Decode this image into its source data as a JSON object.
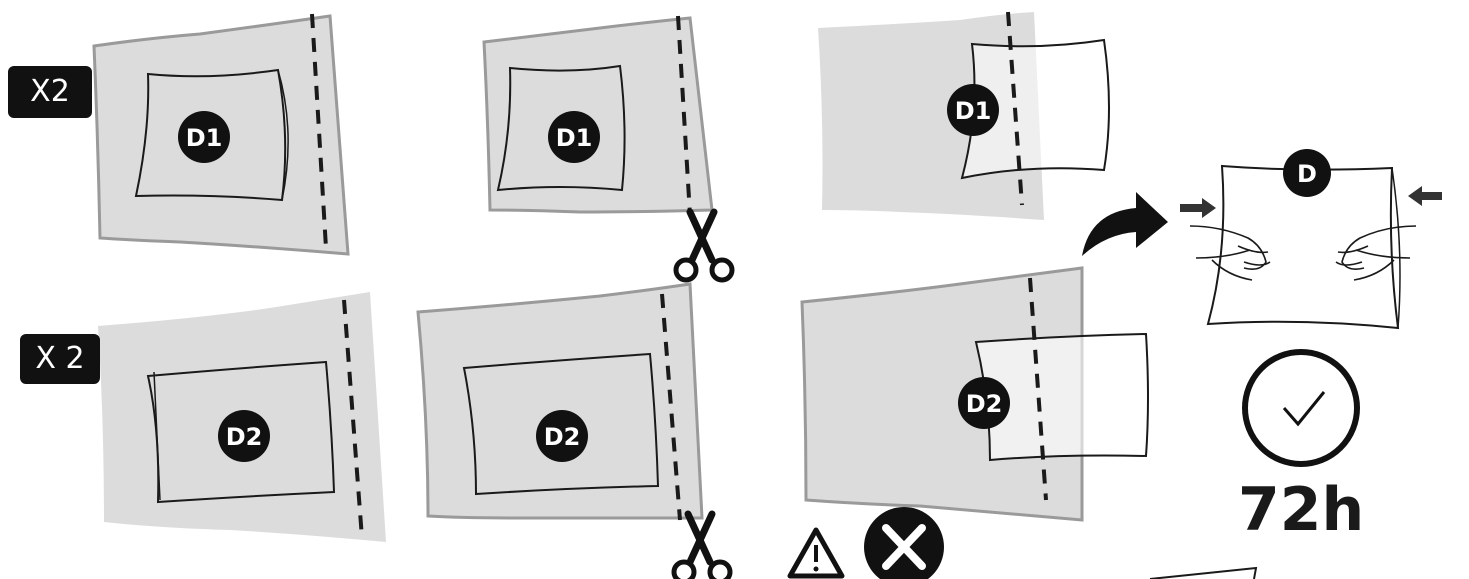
{
  "colors": {
    "sheet": "#dcdcdc",
    "ink": "#1a1a1a",
    "badge_bg": "#111111",
    "badge_text": "#ffffff"
  },
  "step1": {
    "quantity": "X2",
    "pillow_tag": "D1"
  },
  "step2": {
    "quantity": "X 2",
    "pillow_tag": "D2"
  },
  "result": {
    "pillow_tag": "D",
    "wait_time": "72h"
  },
  "icons": [
    "scissors-icon",
    "curved-arrow-icon",
    "warning-icon",
    "prohibited-icon",
    "checkmark-clock-icon",
    "hands-icon",
    "press-arrow-icon"
  ]
}
